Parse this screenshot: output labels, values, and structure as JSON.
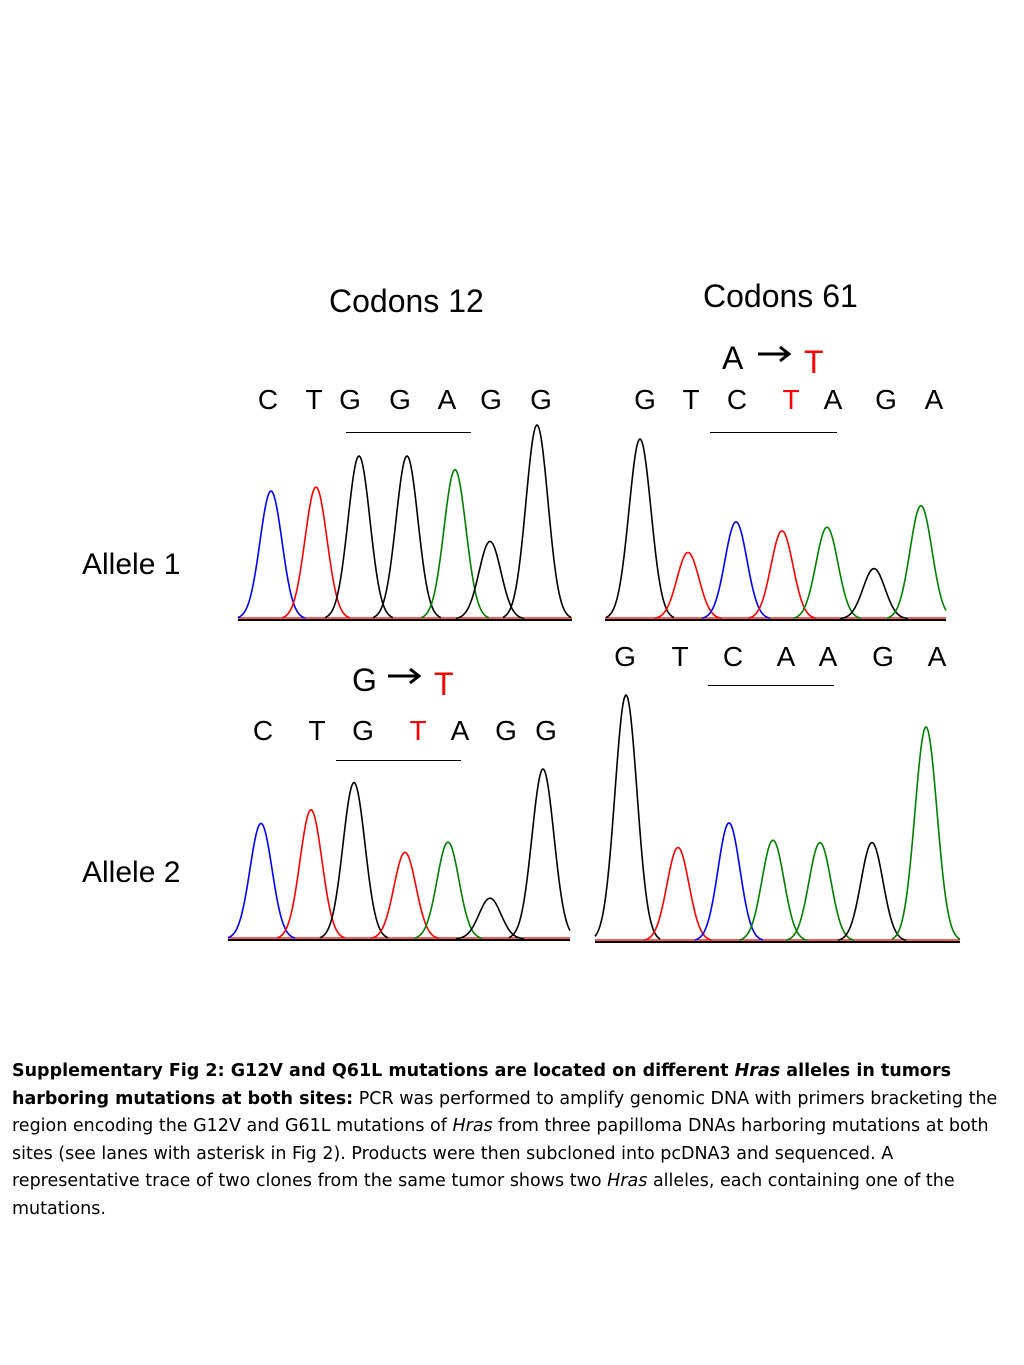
{
  "panels": {
    "codon12": {
      "title": "Codons 12"
    },
    "codon61": {
      "title": "Codons 61"
    }
  },
  "alleles": {
    "allele1": "Allele 1",
    "allele2": "Allele 2"
  },
  "sequences": {
    "a1_c12": [
      "C",
      "T",
      "G",
      "G",
      "A",
      "G",
      "G"
    ],
    "a1_c61": [
      "G",
      "T",
      "C",
      "T",
      "A",
      "G",
      "A"
    ],
    "a2_c12": [
      "C",
      "T",
      "G",
      "T",
      "A",
      "G",
      "G"
    ],
    "a2_c61": [
      "G",
      "T",
      "C",
      "A",
      "A",
      "G",
      "A"
    ]
  },
  "mutations": {
    "a1_c61": {
      "from": "A",
      "to": "T"
    },
    "a2_c12": {
      "from": "G",
      "to": "T"
    }
  },
  "colors": {
    "G": "#000000",
    "A": "#008000",
    "T": "#ff0000",
    "C": "#0000ff",
    "mutant": "#ff0000"
  },
  "peaks": {
    "a1_c12": [
      {
        "base": "C",
        "h": 0.66
      },
      {
        "base": "T",
        "h": 0.68
      },
      {
        "base": "G",
        "h": 0.84
      },
      {
        "base": "G",
        "h": 0.84
      },
      {
        "base": "A",
        "h": 0.77
      },
      {
        "base": "G",
        "h": 0.4
      },
      {
        "base": "G",
        "h": 1.0
      }
    ],
    "a1_c61": [
      {
        "base": "G",
        "h": 1.0
      },
      {
        "base": "T",
        "h": 0.37
      },
      {
        "base": "C",
        "h": 0.54
      },
      {
        "base": "T",
        "h": 0.49
      },
      {
        "base": "A",
        "h": 0.51
      },
      {
        "base": "G",
        "h": 0.28
      },
      {
        "base": "A",
        "h": 0.63
      }
    ],
    "a2_c12": [
      {
        "base": "C",
        "h": 0.68
      },
      {
        "base": "T",
        "h": 0.76
      },
      {
        "base": "G",
        "h": 0.92
      },
      {
        "base": "T",
        "h": 0.51
      },
      {
        "base": "A",
        "h": 0.57
      },
      {
        "base": "G",
        "h": 0.24
      },
      {
        "base": "G",
        "h": 1.0
      }
    ],
    "a2_c61": [
      {
        "base": "G",
        "h": 1.0
      },
      {
        "base": "T",
        "h": 0.38
      },
      {
        "base": "C",
        "h": 0.48
      },
      {
        "base": "A",
        "h": 0.41
      },
      {
        "base": "A",
        "h": 0.4
      },
      {
        "base": "G",
        "h": 0.4
      },
      {
        "base": "A",
        "h": 0.87
      }
    ]
  },
  "caption": {
    "bold_1": "Supplementary Fig 2: G12V and Q61L mutations are located on different ",
    "bold_italic": "Hras",
    "bold_2": " alleles in tumors harboring mutations at both sites:",
    "text_1": " PCR was performed to amplify genomic DNA with primers bracketing the region encoding the G12V and G61L mutations of ",
    "italic_1": "Hras",
    "text_2": " from three papilloma DNAs harboring mutations at both sites (see lanes with asterisk in Fig 2). Products were then subcloned into pcDNA3 and sequenced. A representative trace of two clones from the same tumor shows two ",
    "italic_2": "Hras",
    "text_3": " alleles, each containing one of the mutations."
  }
}
